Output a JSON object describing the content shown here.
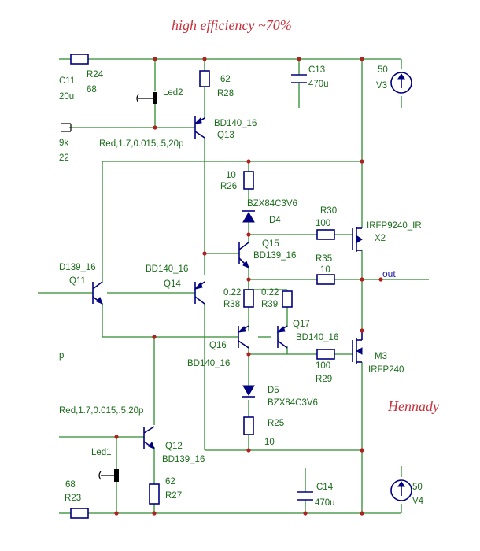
{
  "title": "high efficiency ~70%",
  "author": "Hennady",
  "output_label": "out",
  "labels": {
    "c11": "C11",
    "c11_val": "20u",
    "r24": "R24",
    "r24_val": "68",
    "led2": "Led2",
    "r28_val": "62",
    "r28": "R28",
    "c13": "C13",
    "c13_val": "470u",
    "v3_val": "50",
    "v3": "V3",
    "in_k": "9k",
    "in_22": "22",
    "led_model_top": "Red,1.7,0.015,.5,20p",
    "q13_model": "BD140_16",
    "q13": "Q13",
    "r26_val": "10",
    "r26": "R26",
    "d4_model": "BZX84C3V6",
    "d4": "D4",
    "r30": "R30",
    "r30_val": "100",
    "x2_model": "IRFP9240_IR",
    "x2": "X2",
    "q15": "Q15",
    "q15_model": "BD139_16",
    "r35": "R35",
    "r35_val": "10",
    "q11_model": "D139_16",
    "q11": "Q11",
    "q14_model": "BD140_16",
    "q14": "Q14",
    "r38_val": "0.22",
    "r38": "R38",
    "r39_val": "0.22",
    "r39": "R39",
    "q17": "Q17",
    "q17_model": "BD140_16",
    "p_label": "p",
    "q16": "Q16",
    "q16_model": "BD140_16",
    "r29_val": "100",
    "r29": "R29",
    "m3": "M3",
    "m3_model": "IRFP240",
    "d5": "D5",
    "d5_model": "BZX84C3V6",
    "r25": "R25",
    "r25_val": "10",
    "led_model_bot": "Red,1.7,0.015,.5,20p",
    "q12": "Q12",
    "q12_model": "BD139_16",
    "led1": "Led1",
    "r27_val": "62",
    "r27": "R27",
    "r23_val": "68",
    "r23": "R23",
    "c14": "C14",
    "c14_val": "470u",
    "v4_val": "50",
    "v4": "V4"
  }
}
